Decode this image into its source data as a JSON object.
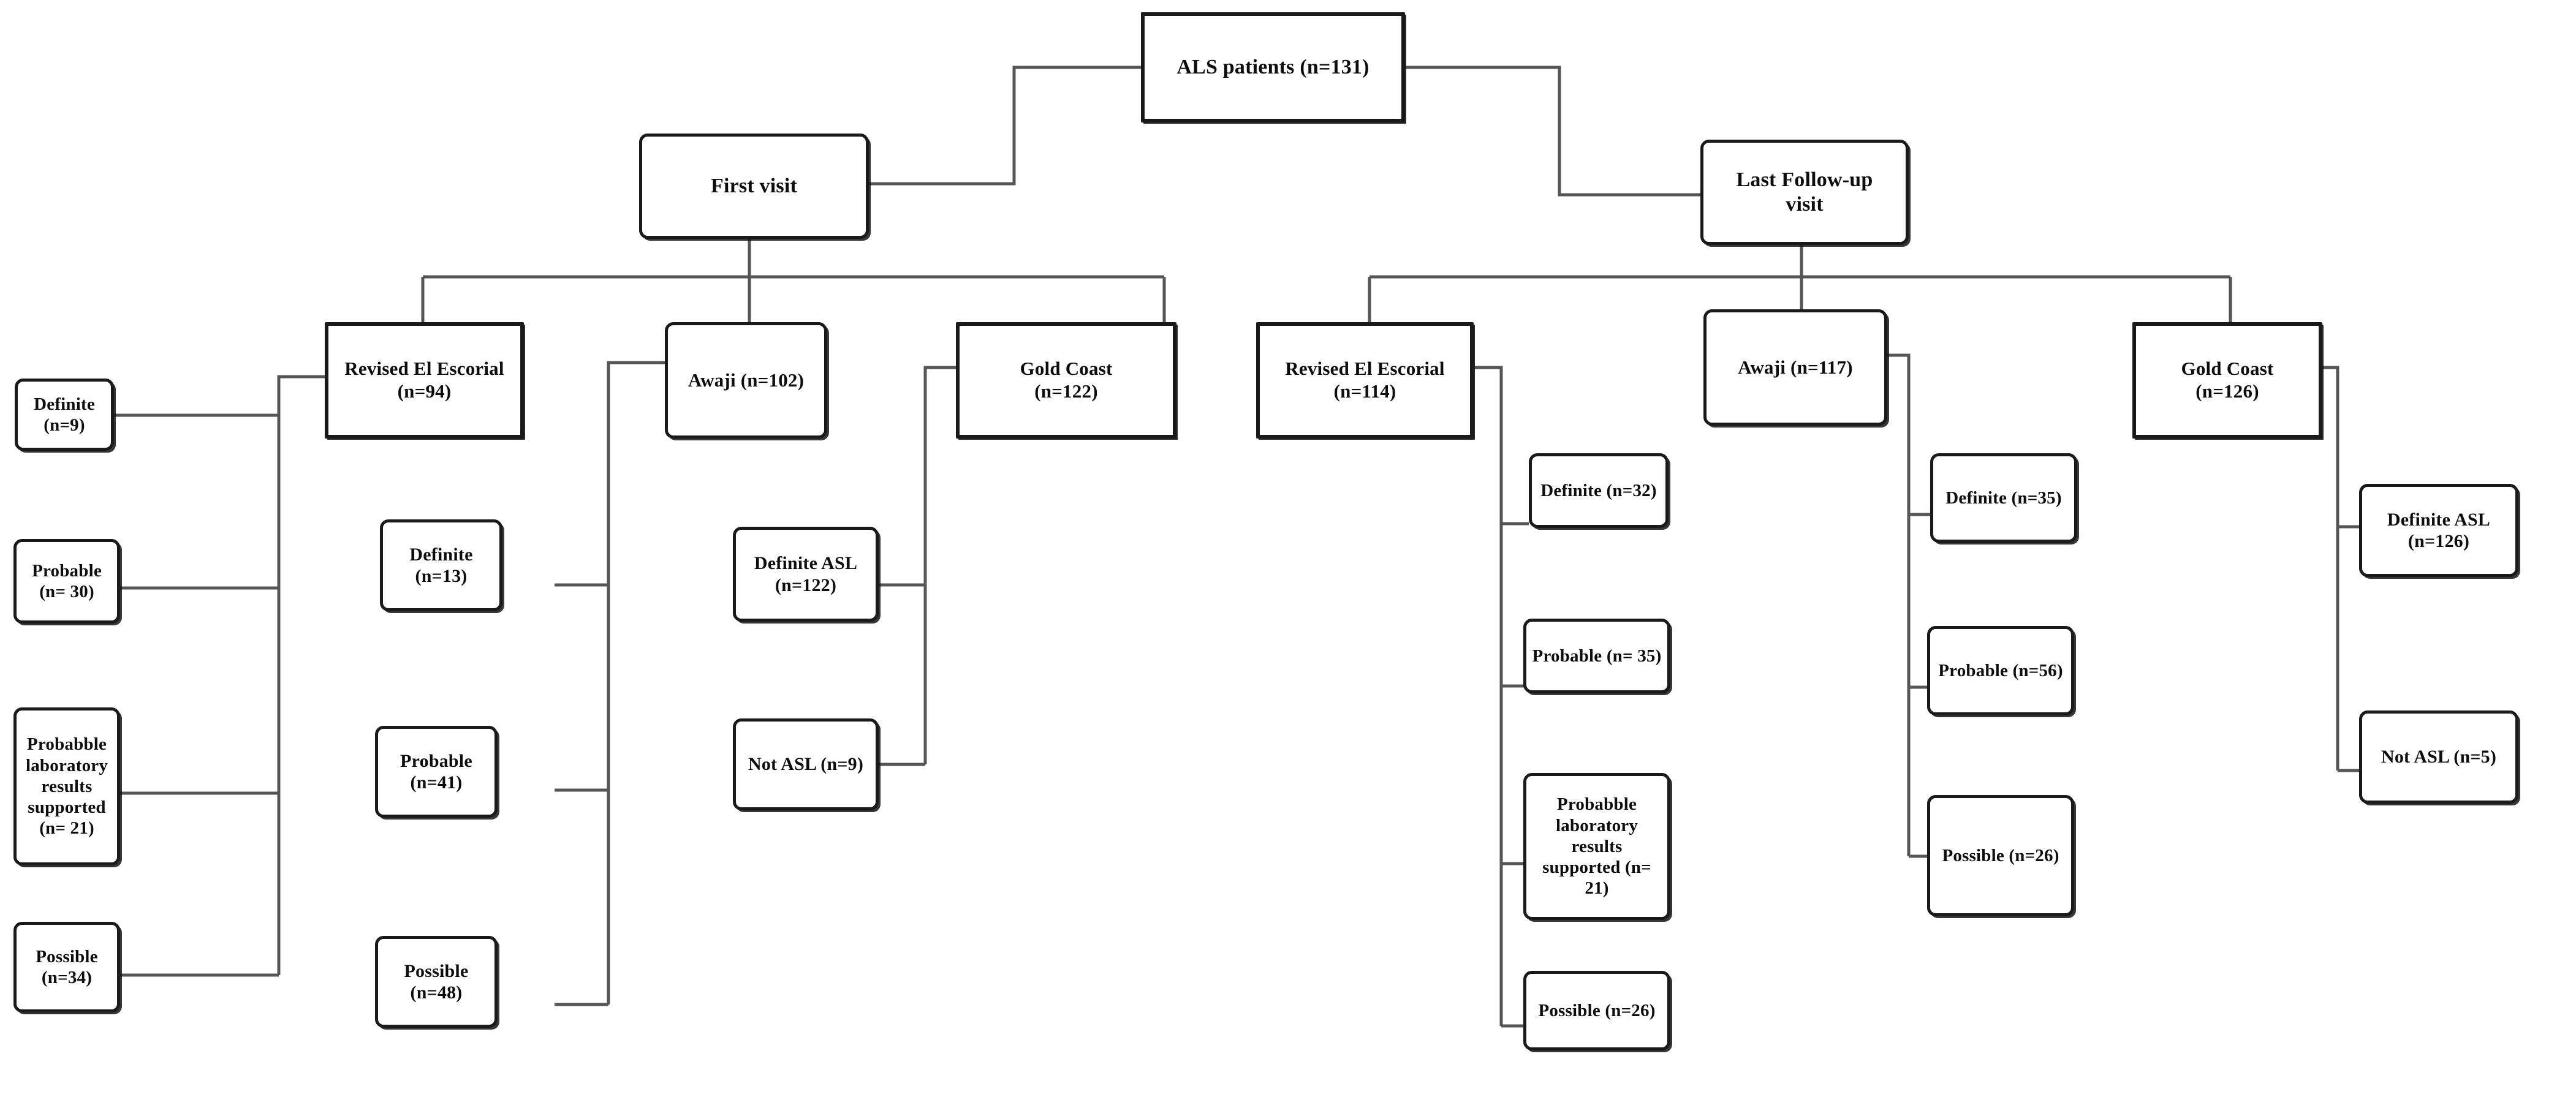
{
  "diagram": {
    "type": "flowchart",
    "title": "ALS diagnostic criteria patient flow",
    "colors": {
      "stroke": "#1a1a1a",
      "wire": "#4a4a4a",
      "background": "#ffffff"
    },
    "root": {
      "label": "ALS patients (n=131)"
    },
    "visits": [
      {
        "label": "First visit"
      },
      {
        "label": "Last Follow-up\nvisit"
      }
    ],
    "criteria_first": [
      {
        "label": "Revised El Escorial\n(n=94)"
      },
      {
        "label": "Awaji (n=102)"
      },
      {
        "label": "Gold Coast\n(n=122)"
      }
    ],
    "criteria_last": [
      {
        "label": "Revised El Escorial\n(n=114)"
      },
      {
        "label": "Awaji (n=117)"
      },
      {
        "label": "Gold Coast\n(n=126)"
      }
    ],
    "first_escorial_items": [
      {
        "label": "Definite (n=9)"
      },
      {
        "label": "Probable (n= 30)"
      },
      {
        "label": "Probabble\nlaboratory results\nsupported (n= 21)"
      },
      {
        "label": "Possible (n=34)"
      }
    ],
    "first_awaji_items": [
      {
        "label": "Definite\n(n=13)"
      },
      {
        "label": "Probable\n(n=41)"
      },
      {
        "label": "Possible\n(n=48)"
      }
    ],
    "first_goldcoast_items": [
      {
        "label": "Definite ASL\n(n=122)"
      },
      {
        "label": "Not ASL (n=9)"
      }
    ],
    "last_escorial_items": [
      {
        "label": "Definite (n=32)"
      },
      {
        "label": "Probable (n= 35)"
      },
      {
        "label": "Probabble\nlaboratory results\nsupported (n=\n21)"
      },
      {
        "label": "Possible (n=26)"
      }
    ],
    "last_awaji_items": [
      {
        "label": "Definite (n=35)"
      },
      {
        "label": "Probable (n=56)"
      },
      {
        "label": "Possible (n=26)"
      }
    ],
    "last_goldcoast_items": [
      {
        "label": "Definite ASL\n(n=126)"
      },
      {
        "label": "Not ASL (n=5)"
      }
    ]
  }
}
